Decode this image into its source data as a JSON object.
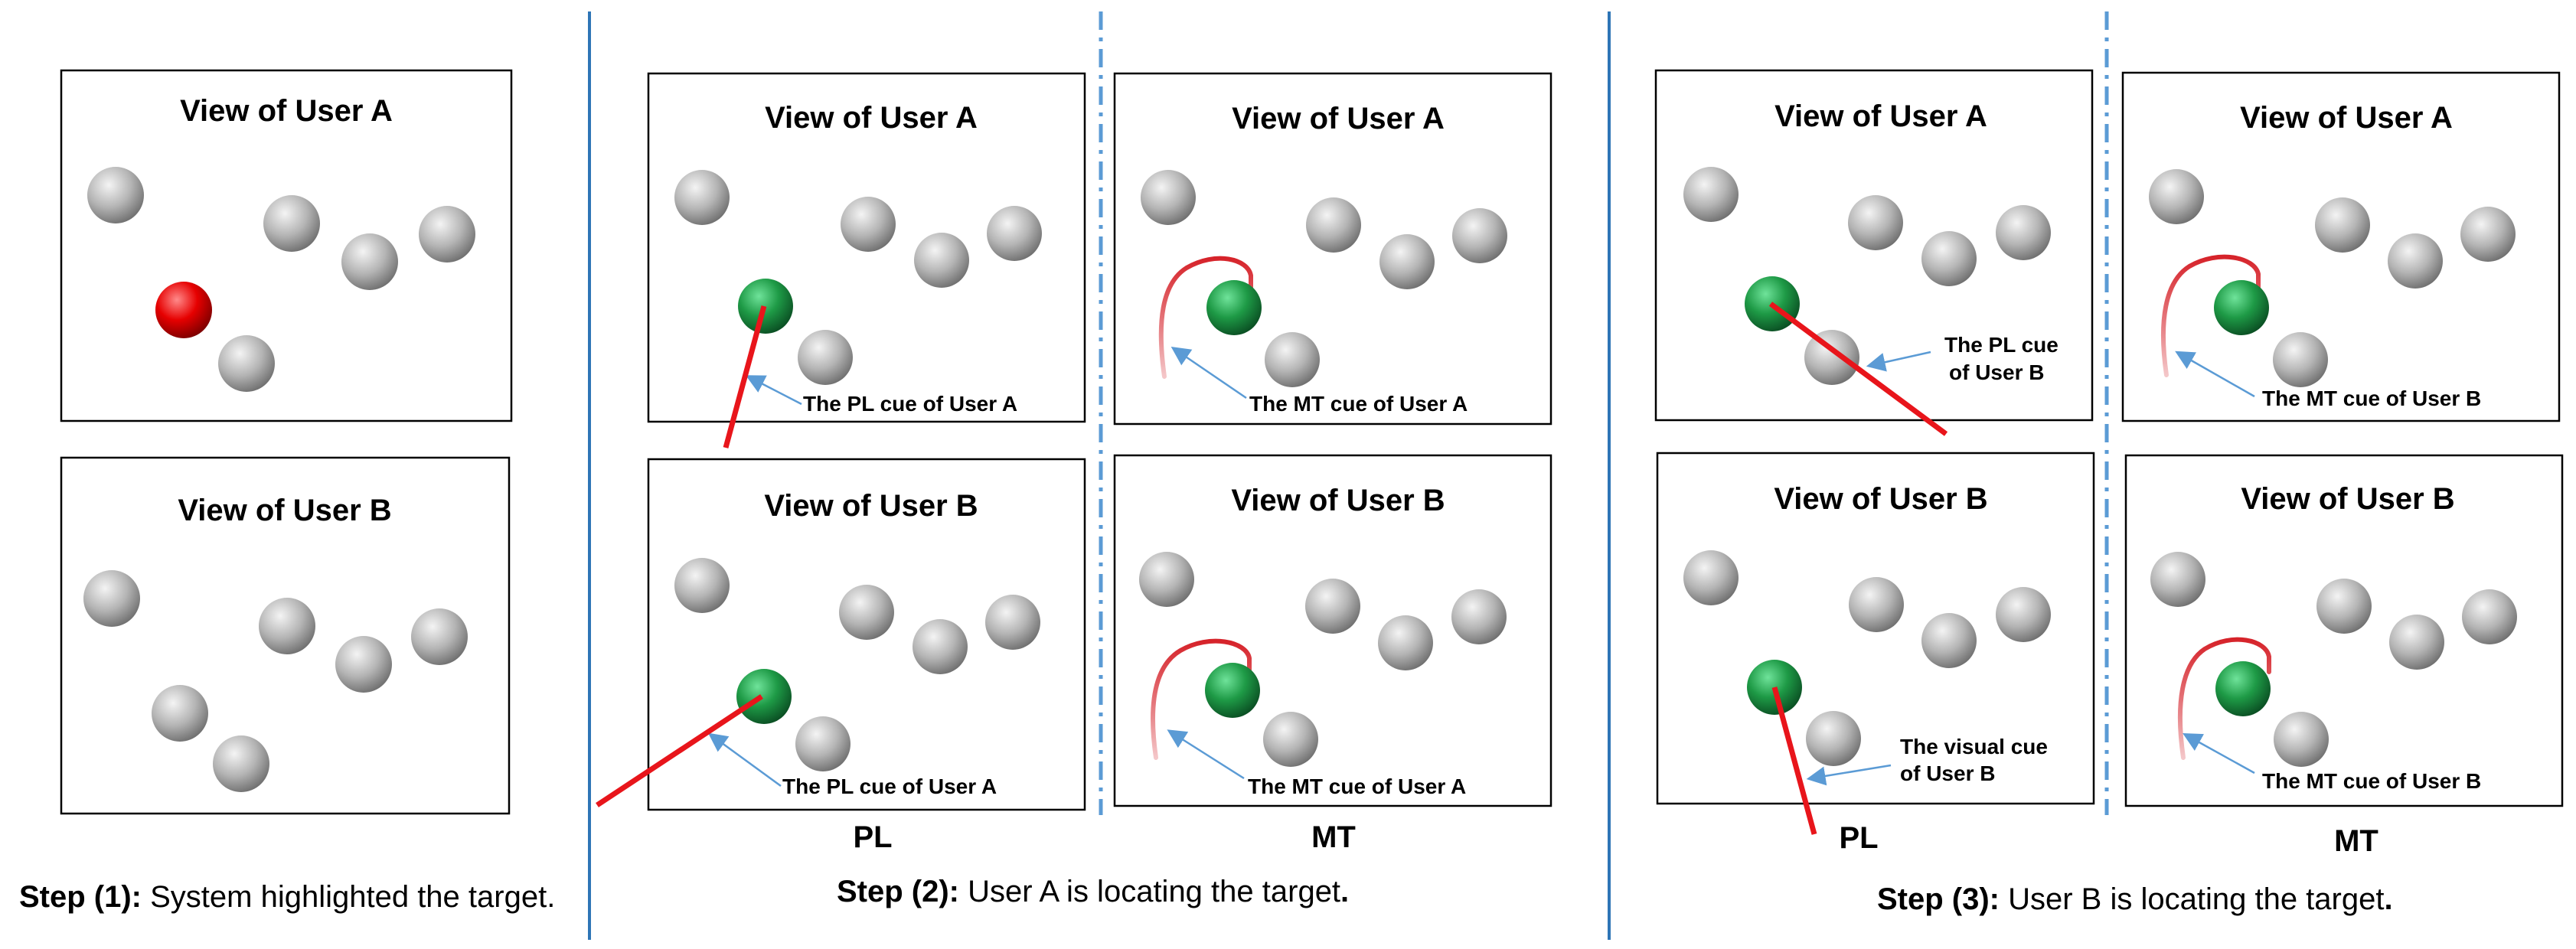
{
  "steps": {
    "step1": {
      "caption_bold": "Step (1):",
      "caption_text": " System highlighted the target.",
      "panel_a_title": "View of User A",
      "panel_b_title": "View of User B"
    },
    "step2": {
      "caption_bold": "Step (2):",
      "caption_text": " User A is locating the target",
      "caption_end": ".",
      "pl_label": "PL",
      "mt_label": "MT",
      "pl_a_title": "View of User A",
      "pl_a_cue": "The PL cue of User A",
      "pl_b_title": "View of User B",
      "pl_b_cue": "The PL cue of User A",
      "mt_a_title": "View of User A",
      "mt_a_cue": "The MT cue of User A",
      "mt_b_title": "View of User B",
      "mt_b_cue": "The MT cue of User A"
    },
    "step3": {
      "caption_bold": "Step (3):",
      "caption_text": " User B is locating the target",
      "caption_end": ".",
      "pl_label": "PL",
      "mt_label": "MT",
      "pl_a_title": "View of User A",
      "pl_a_cue_line1": "The PL cue",
      "pl_a_cue_line2": "of User B",
      "pl_b_title": "View of User B",
      "pl_b_cue_line1": "The visual cue",
      "pl_b_cue_line2": "of User B",
      "mt_a_title": "View of User A",
      "mt_a_cue": "The MT cue of User B",
      "mt_b_title": "View of User B",
      "mt_b_cue": "The MT cue of User B"
    }
  },
  "colors": {
    "divider_solid": "#2e75b6",
    "divider_dash": "#5b9bd5",
    "arrow": "#5b9bd5",
    "pointer_line": "#e8151b",
    "target_highlight": "#e60000",
    "target_selected": "#1e9a46",
    "distractor": "#a8a8a8"
  }
}
